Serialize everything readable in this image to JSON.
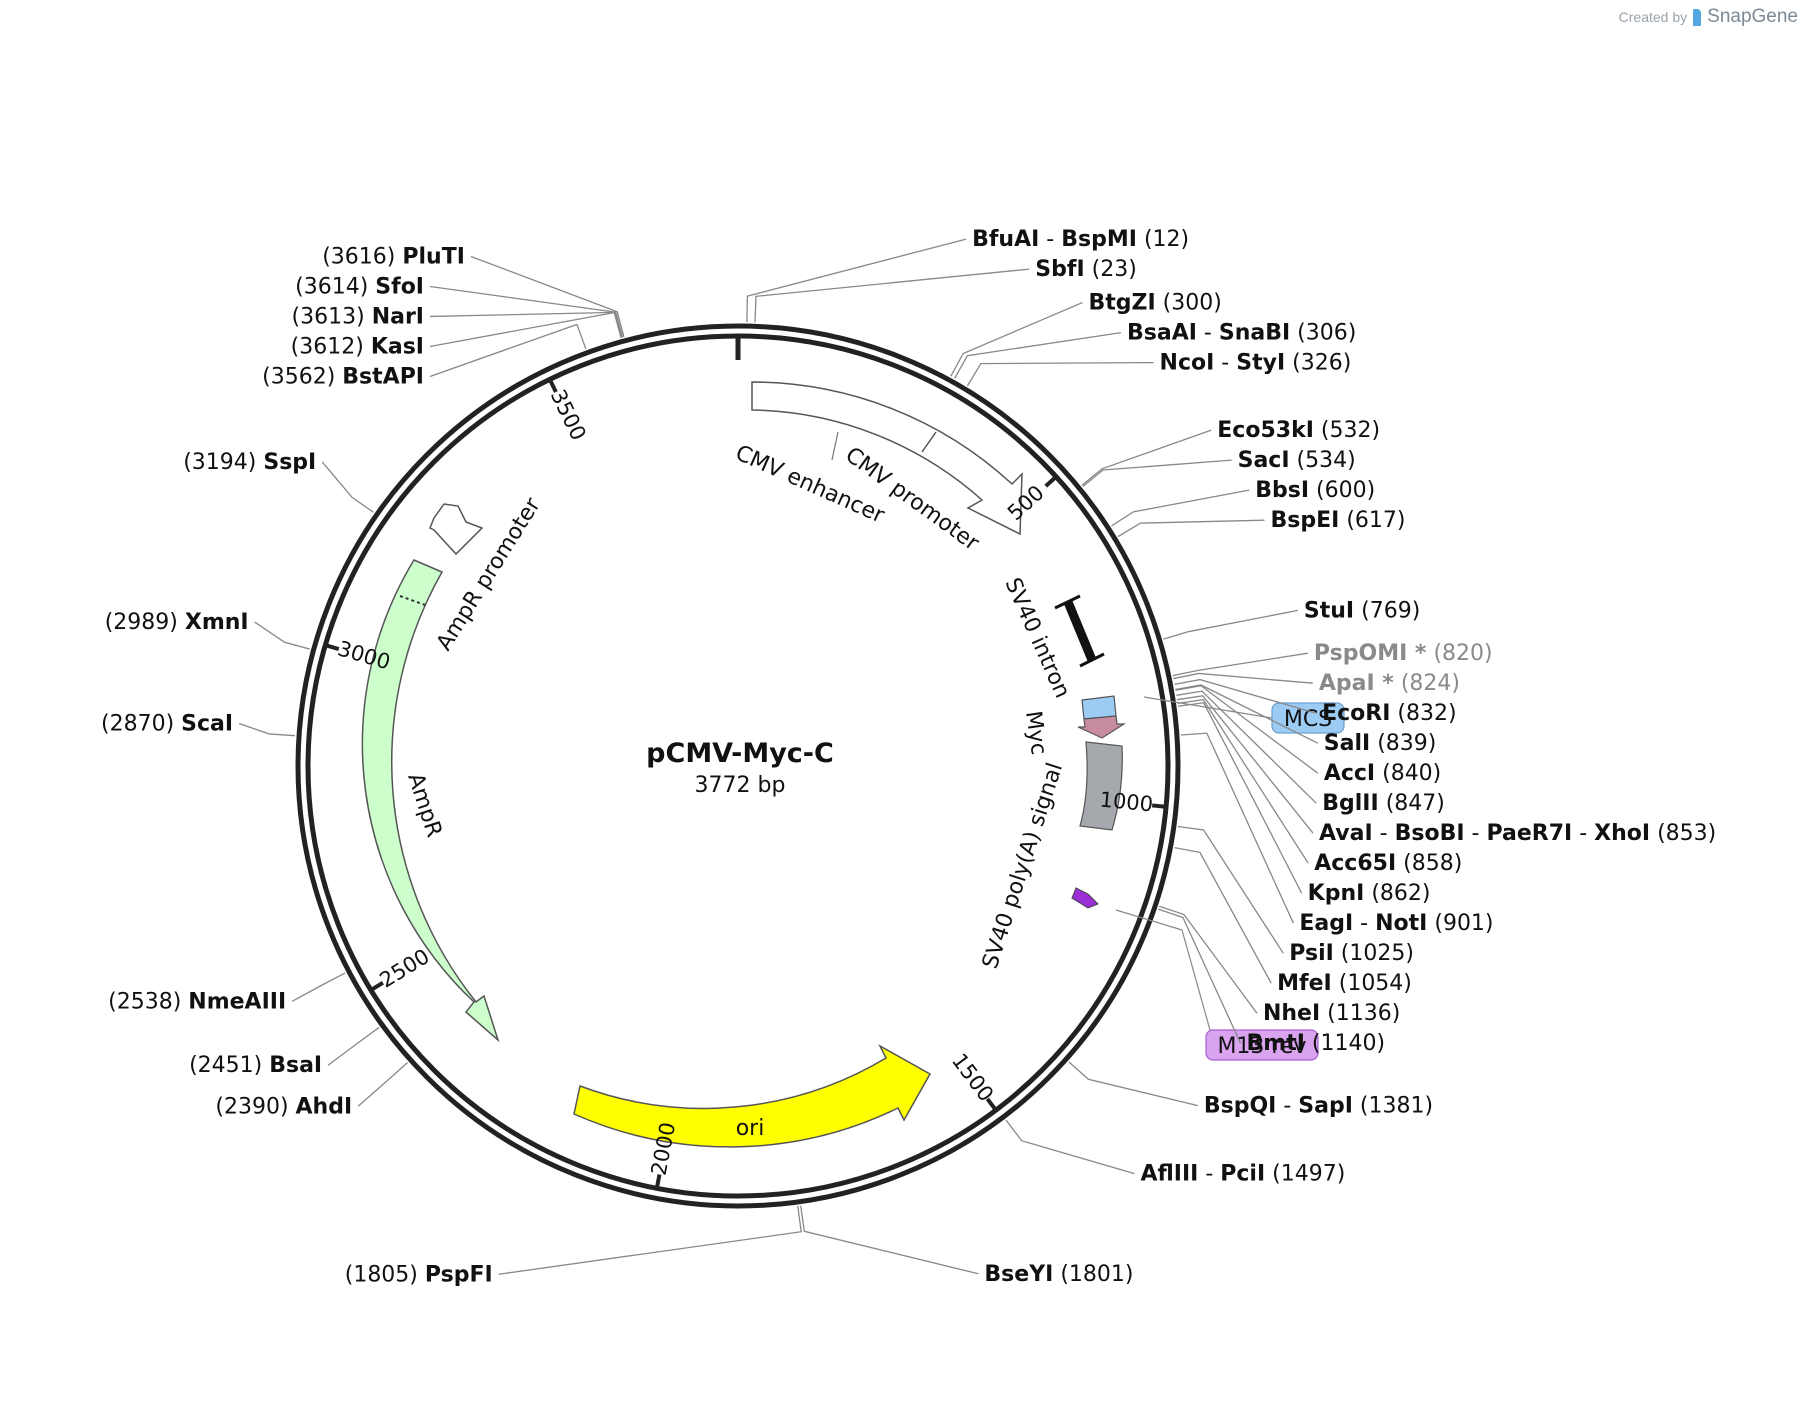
{
  "watermark": {
    "created_by": "Created by",
    "brand": "SnapGene"
  },
  "plasmid": {
    "name": "pCMV-Myc-C",
    "length": "3772 bp",
    "total_bp": 3772
  },
  "ticks": [
    {
      "bp": 500,
      "label": "500"
    },
    {
      "bp": 1000,
      "label": "1000"
    },
    {
      "bp": 1500,
      "label": "1500"
    },
    {
      "bp": 2000,
      "label": "2000"
    },
    {
      "bp": 2500,
      "label": "2500"
    },
    {
      "bp": 3000,
      "label": "3000"
    },
    {
      "bp": 3500,
      "label": "3500"
    }
  ],
  "features": [
    {
      "name": "CMV enhancer",
      "color": "#ffffff"
    },
    {
      "name": "CMV promoter",
      "color": "#ffffff"
    },
    {
      "name": "SV40 intron",
      "color": "#000000"
    },
    {
      "name": "Myc",
      "color": "#c88ca0"
    },
    {
      "name": "SV40 poly(A) signal",
      "color": "#a5a9ae"
    },
    {
      "name": "AmpR promoter",
      "color": "#ffffff"
    },
    {
      "name": "AmpR",
      "color": "#ccffcc"
    },
    {
      "name": "ori",
      "color": "#ffff00"
    }
  ],
  "boxed_labels": [
    {
      "text": "MCS",
      "color": "#9ccbf4"
    },
    {
      "text": "M13 rev",
      "color": "#d9a3f0"
    }
  ],
  "sites": [
    {
      "names": [
        "BfuAI",
        "BspMI"
      ],
      "pos": "(12)",
      "bp": 12,
      "side": "right"
    },
    {
      "names": [
        "SbfI"
      ],
      "pos": "(23)",
      "bp": 23,
      "side": "right"
    },
    {
      "names": [
        "BtgZI"
      ],
      "pos": "(300)",
      "bp": 300,
      "side": "right"
    },
    {
      "names": [
        "BsaAI",
        "SnaBI"
      ],
      "pos": "(306)",
      "bp": 306,
      "side": "right"
    },
    {
      "names": [
        "NcoI",
        "StyI"
      ],
      "pos": "(326)",
      "bp": 326,
      "side": "right"
    },
    {
      "names": [
        "Eco53kI"
      ],
      "pos": "(532)",
      "bp": 532,
      "side": "right"
    },
    {
      "names": [
        "SacI"
      ],
      "pos": "(534)",
      "bp": 534,
      "side": "right"
    },
    {
      "names": [
        "BbsI"
      ],
      "pos": "(600)",
      "bp": 600,
      "side": "right"
    },
    {
      "names": [
        "BspEI"
      ],
      "pos": "(617)",
      "bp": 617,
      "side": "right"
    },
    {
      "names": [
        "StuI"
      ],
      "pos": "(769)",
      "bp": 769,
      "side": "right"
    },
    {
      "names": [
        "PspOMI *"
      ],
      "pos": "(820)",
      "bp": 820,
      "side": "right",
      "gray": true
    },
    {
      "names": [
        "ApaI *"
      ],
      "pos": "(824)",
      "bp": 824,
      "side": "right",
      "gray": true
    },
    {
      "names": [
        "EcoRI"
      ],
      "pos": "(832)",
      "bp": 832,
      "side": "right"
    },
    {
      "names": [
        "SalI"
      ],
      "pos": "(839)",
      "bp": 839,
      "side": "right"
    },
    {
      "names": [
        "AccI"
      ],
      "pos": "(840)",
      "bp": 840,
      "side": "right"
    },
    {
      "names": [
        "BglII"
      ],
      "pos": "(847)",
      "bp": 847,
      "side": "right"
    },
    {
      "names": [
        "AvaI",
        "BsoBI",
        "PaeR7I",
        "XhoI"
      ],
      "pos": "(853)",
      "bp": 853,
      "side": "right"
    },
    {
      "names": [
        "Acc65I"
      ],
      "pos": "(858)",
      "bp": 858,
      "side": "right"
    },
    {
      "names": [
        "KpnI"
      ],
      "pos": "(862)",
      "bp": 862,
      "side": "right"
    },
    {
      "names": [
        "EagI",
        "NotI"
      ],
      "pos": "(901)",
      "bp": 901,
      "side": "right"
    },
    {
      "names": [
        "PsiI"
      ],
      "pos": "(1025)",
      "bp": 1025,
      "side": "right"
    },
    {
      "names": [
        "MfeI"
      ],
      "pos": "(1054)",
      "bp": 1054,
      "side": "right"
    },
    {
      "names": [
        "NheI"
      ],
      "pos": "(1136)",
      "bp": 1136,
      "side": "right"
    },
    {
      "names": [
        "BmtI"
      ],
      "pos": "(1140)",
      "bp": 1140,
      "side": "right"
    },
    {
      "names": [
        "BspQI",
        "SapI"
      ],
      "pos": "(1381)",
      "bp": 1381,
      "side": "right"
    },
    {
      "names": [
        "AflIII",
        "PciI"
      ],
      "pos": "(1497)",
      "bp": 1497,
      "side": "right"
    },
    {
      "names": [
        "BseYI"
      ],
      "pos": "(1801)",
      "bp": 1801,
      "side": "right"
    },
    {
      "names": [
        "PspFI"
      ],
      "pos": "(1805)",
      "bp": 1805,
      "side": "left"
    },
    {
      "names": [
        "AhdI"
      ],
      "pos": "(2390)",
      "bp": 2390,
      "side": "left"
    },
    {
      "names": [
        "BsaI"
      ],
      "pos": "(2451)",
      "bp": 2451,
      "side": "left"
    },
    {
      "names": [
        "NmeAIII"
      ],
      "pos": "(2538)",
      "bp": 2538,
      "side": "left"
    },
    {
      "names": [
        "ScaI"
      ],
      "pos": "(2870)",
      "bp": 2870,
      "side": "left"
    },
    {
      "names": [
        "XmnI"
      ],
      "pos": "(2989)",
      "bp": 2989,
      "side": "left"
    },
    {
      "names": [
        "SspI"
      ],
      "pos": "(3194)",
      "bp": 3194,
      "side": "left"
    },
    {
      "names": [
        "BstAPI"
      ],
      "pos": "(3562)",
      "bp": 3562,
      "side": "left"
    },
    {
      "names": [
        "KasI"
      ],
      "pos": "(3612)",
      "bp": 3612,
      "side": "left"
    },
    {
      "names": [
        "NarI"
      ],
      "pos": "(3613)",
      "bp": 3613,
      "side": "left"
    },
    {
      "names": [
        "SfoI"
      ],
      "pos": "(3614)",
      "bp": 3614,
      "side": "left"
    },
    {
      "names": [
        "PluTI"
      ],
      "pos": "(3616)",
      "bp": 3616,
      "side": "left"
    }
  ]
}
